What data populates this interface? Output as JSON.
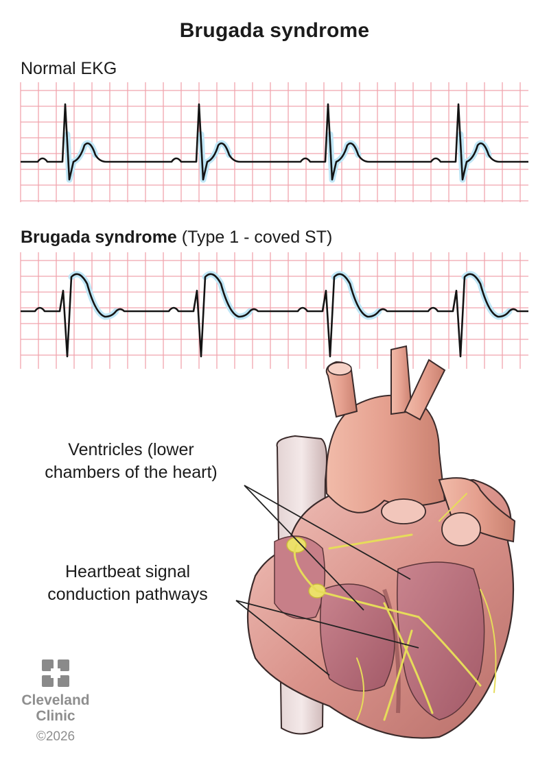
{
  "title": "Brugada syndrome",
  "normal_strip": {
    "label": "Normal EKG"
  },
  "brugada_strip": {
    "label_bold": "Brugada syndrome",
    "label_rest": " (Type 1 - coved ST)"
  },
  "callouts": {
    "ventricles": [
      "Ventricles (lower",
      "chambers of the heart)"
    ],
    "pathways": [
      "Heartbeat signal",
      "conduction pathways"
    ]
  },
  "branding": {
    "name_line1": "Cleveland",
    "name_line2": "Clinic",
    "copyright": "©2026"
  },
  "colors": {
    "grid": "#f0a4ad",
    "trace": "#141414",
    "highlight": "#bfe6f6",
    "heart_muscle": "#d78f86",
    "aorta": "#e8a79a",
    "conduction": "#e6dc5a",
    "logo": "#8a8a8a"
  }
}
